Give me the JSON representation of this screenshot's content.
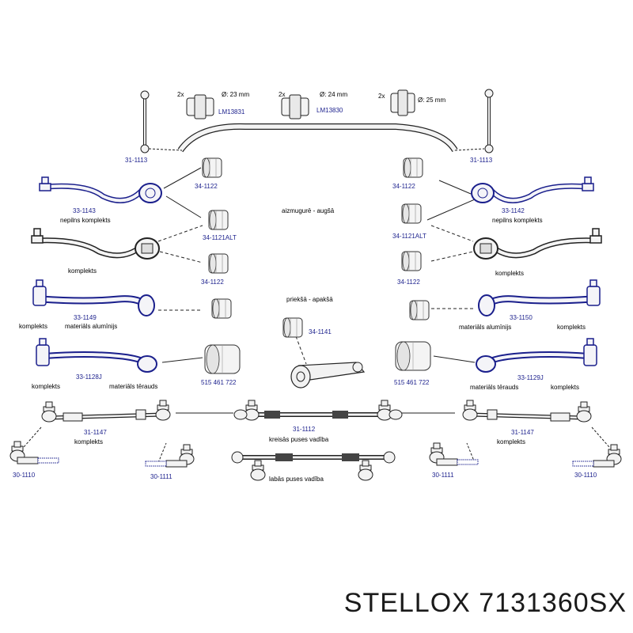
{
  "diagram": {
    "center_labels": {
      "rear_upper": "aizmugurē - augšā",
      "front_lower": "priekšā - apakšā",
      "left_track_rod": "kreisās puses vadība",
      "right_track_rod": "labās puses vadība"
    },
    "stabilizer": {
      "bushings": [
        {
          "qty": "2x",
          "diameter": "Ø: 23 mm",
          "part": "LM13831"
        },
        {
          "qty": "2x",
          "diameter": "Ø: 24 mm",
          "part": "LM13830"
        },
        {
          "qty": "2x",
          "diameter": "Ø: 25 mm",
          "part": ""
        }
      ],
      "left_link": "31-1113",
      "right_link": "31-1113"
    },
    "left": {
      "bushing_upper": "34-1122",
      "arm_1": {
        "part": "33-1143",
        "desc": "nepilns komplekts"
      },
      "bushing_mid": "34-1121ALT",
      "arm_2": {
        "desc": "komplekts"
      },
      "bushing_lower": "34-1122",
      "arm_3": {
        "part": "33-1149",
        "desc_a": "komplekts",
        "desc_b": "materiāls alumīnijs"
      },
      "arm_4": {
        "part": "33-1128J",
        "desc_a": "komplekts",
        "desc_b": "materiāls tērauds"
      },
      "bushing_4": "515 461 722",
      "tie_rod": {
        "part": "31-1147",
        "desc": "komplekts"
      },
      "end_outer": "30-1110",
      "end_inner": "30-1111"
    },
    "center": {
      "bushing": "34-1141",
      "track_rod": "31-1112"
    },
    "right": {
      "bushing_upper": "34-1122",
      "arm_1": {
        "part": "33-1142",
        "desc": "nepilns komplekts"
      },
      "bushing_mid": "34-1121ALT",
      "arm_2": {
        "desc": "komplekts"
      },
      "bushing_lower": "34-1122",
      "arm_3": {
        "part": "33-1150",
        "desc_a": "komplekts",
        "desc_b": "materiāls alumīnijs"
      },
      "arm_4": {
        "part": "33-1129J",
        "desc_a": "komplekts",
        "desc_b": "materiāls tērauds"
      },
      "bushing_4": "515 461 722",
      "tie_rod": {
        "part": "31-1147",
        "desc": "komplekts"
      },
      "end_inner": "30-1111",
      "end_outer": "30-1110"
    }
  },
  "brand": {
    "text": "STELLOX 7131360SX"
  },
  "colors": {
    "line": "#1a1f8c",
    "outline": "#222222",
    "fill": "#f2f2f2",
    "label": "#1a1f8c"
  }
}
